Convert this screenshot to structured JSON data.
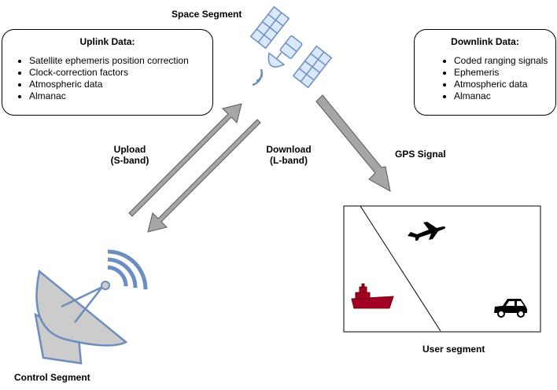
{
  "labels": {
    "space_segment": "Space Segment",
    "control_segment": "Control Segment",
    "user_segment": "User segment",
    "gps_signal": "GPS Signal",
    "upload_line1": "Upload",
    "upload_line2": "(S-band)",
    "download_line1": "Download",
    "download_line2": "(L-band)"
  },
  "uplink": {
    "title": "Uplink Data:",
    "items": [
      "Satellite ephemeris position correction",
      "Clock-correction factors",
      "Atmospheric data",
      "Almanac"
    ]
  },
  "downlink": {
    "title": "Downlink Data:",
    "items": [
      "Coded ranging signals",
      "Ephemeris",
      "Atmospheric data",
      "Almanac"
    ]
  },
  "colors": {
    "arrow_fill": "#a6a6a6",
    "arrow_stroke": "#595959",
    "satellite_fill": "#dae8fc",
    "satellite_stroke": "#6c8ebf",
    "dish_fill": "#cccccc",
    "dish_stroke": "#6c8ebf",
    "ship": "#a20025",
    "vehicle": "#000000"
  },
  "icons": {
    "satellite": "satellite-icon",
    "dish": "satellite-dish-icon",
    "airplane": "airplane-icon",
    "ship": "ship-icon",
    "car": "car-icon"
  }
}
